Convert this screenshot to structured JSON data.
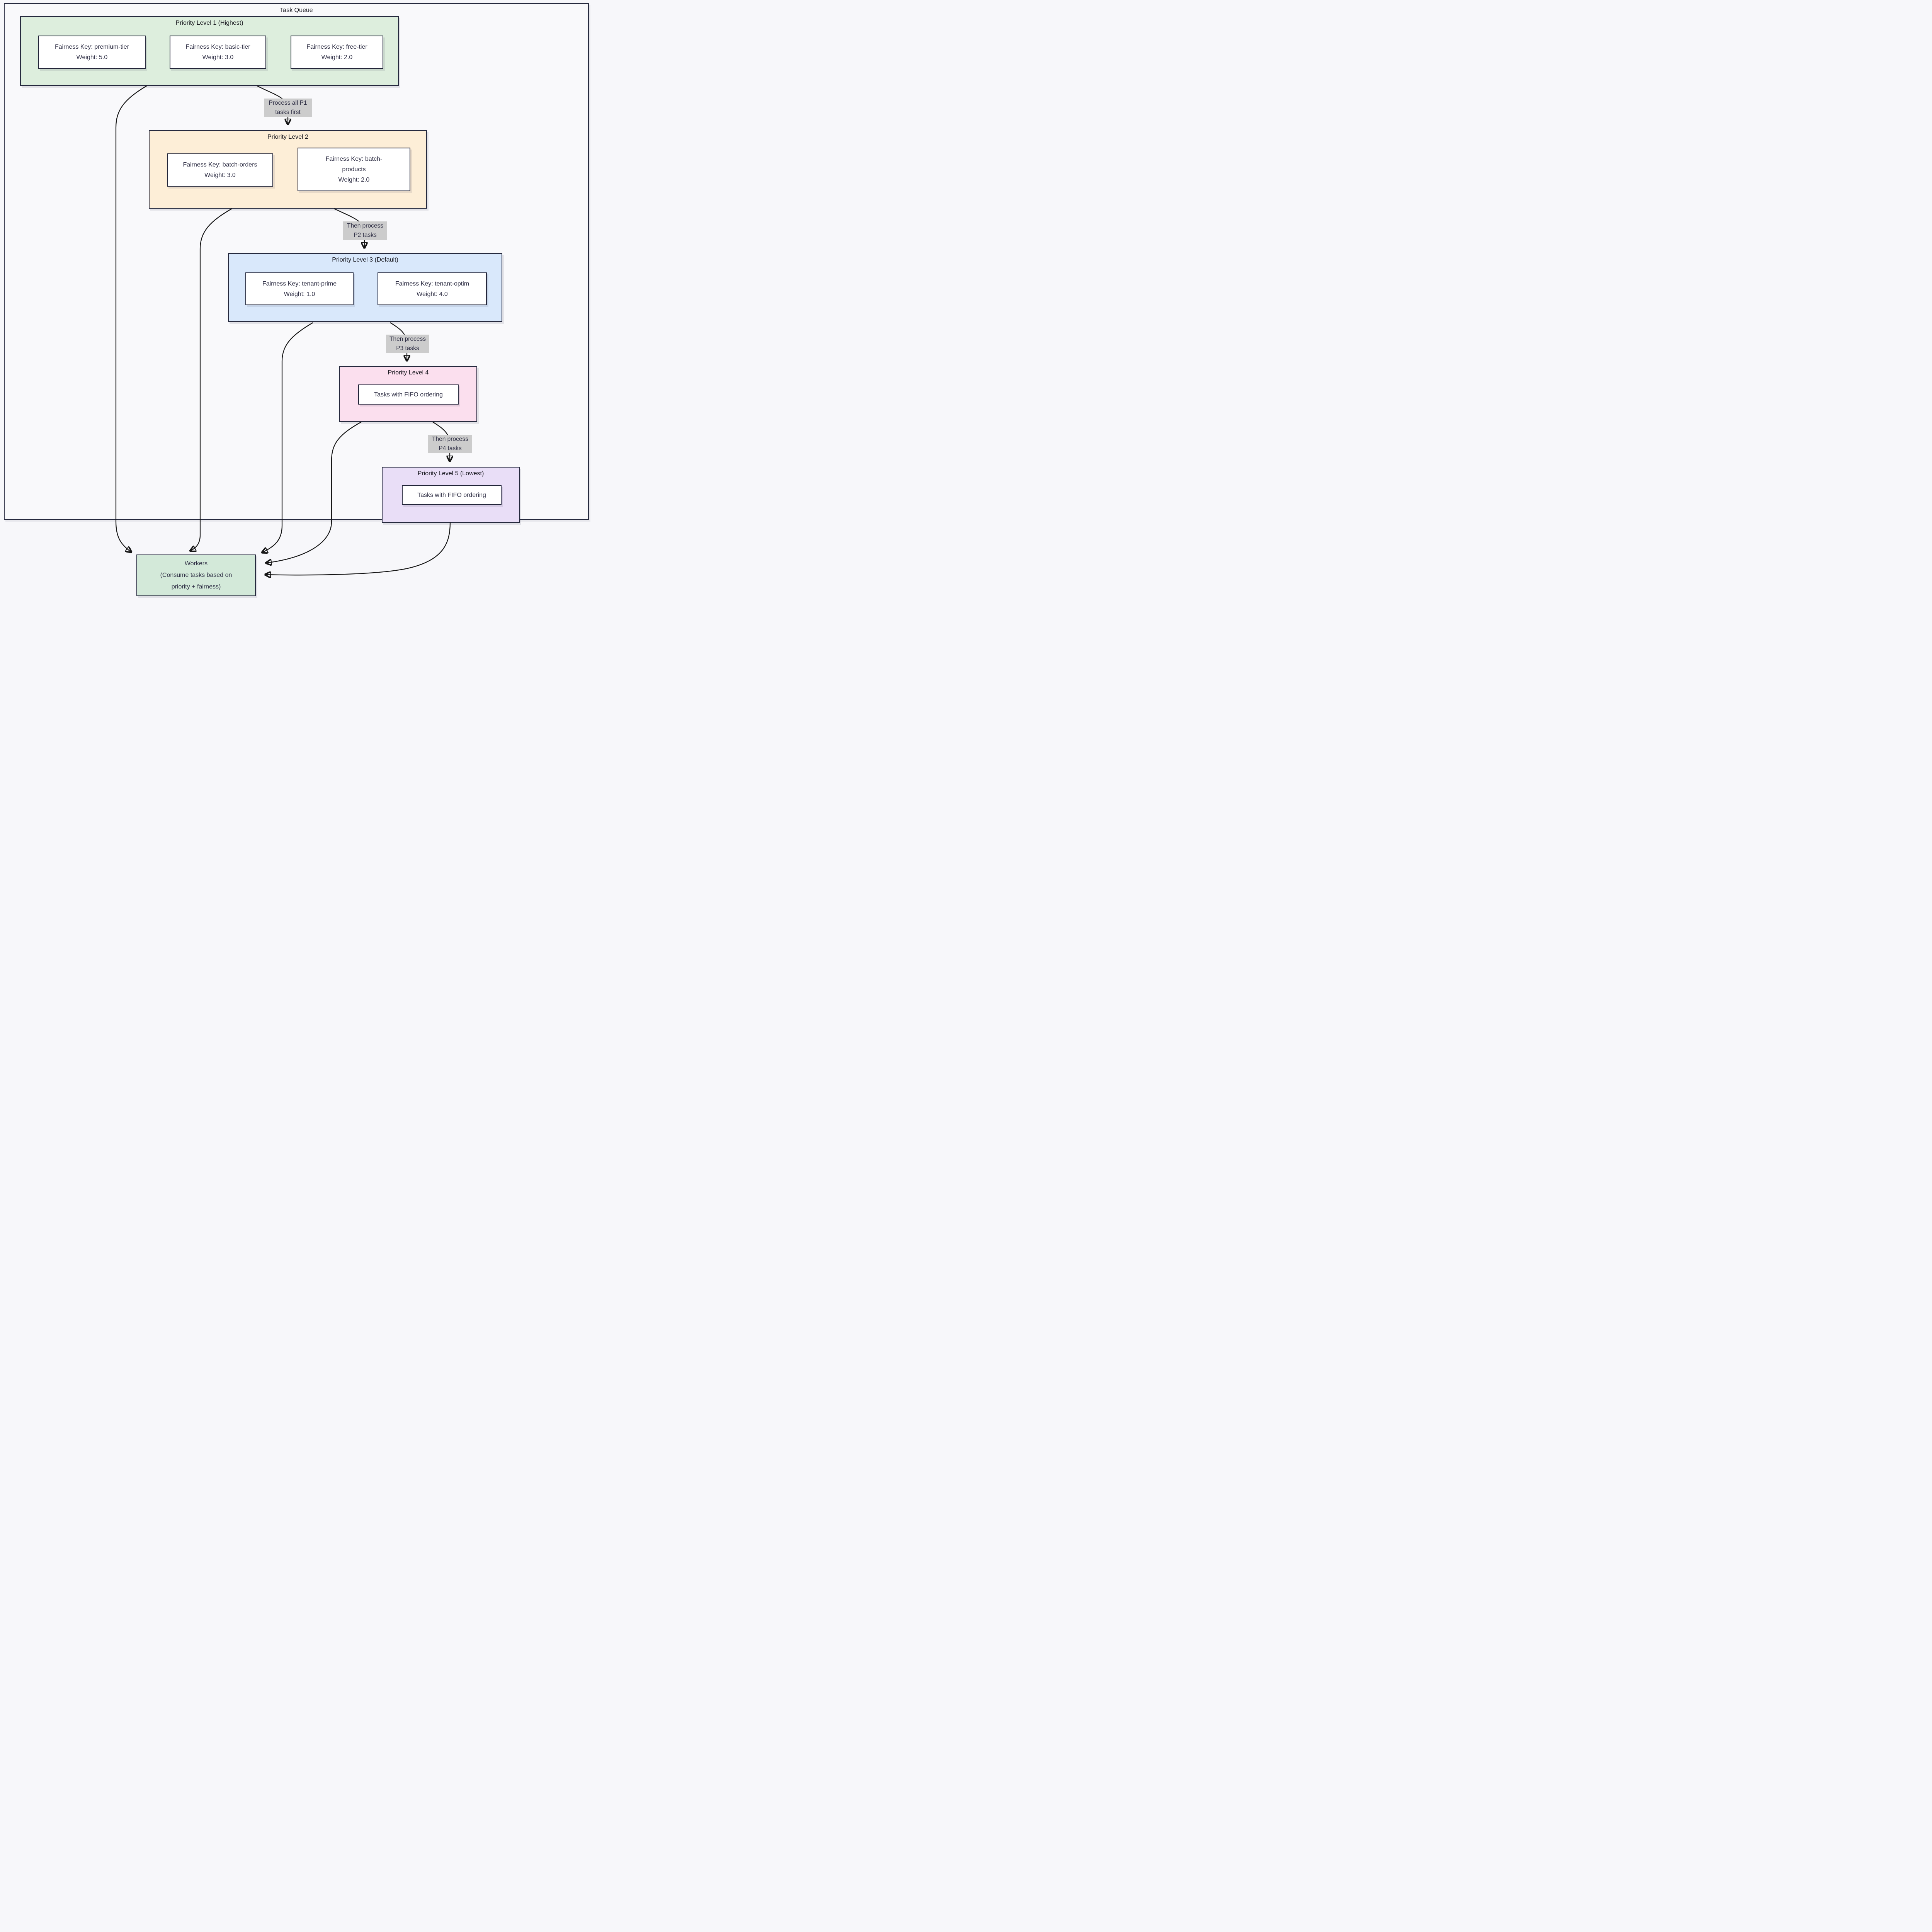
{
  "title": "Task Queue",
  "colors": {
    "canvas_bg": "#f7f7fa",
    "container_fill": "#f9f9fb",
    "border_dark": "#262a3e",
    "node_fill": "#ffffff",
    "p1_fill": "#ddeedd",
    "p2_fill": "#fdeed7",
    "p3_fill": "#d9e8fb",
    "p4_fill": "#fbdfee",
    "p5_fill": "#e9def7",
    "workers_fill": "#d3e9d9",
    "edge_label_bg": "#cccccc",
    "edge_color": "#161616",
    "text_dark": "#15151c",
    "node_text": "#2e2e44"
  },
  "clusters": [
    {
      "label": "Priority Level 1 (Highest)",
      "nodes": [
        {
          "lines": [
            "Fairness Key: premium-tier",
            "Weight: 5.0"
          ]
        },
        {
          "lines": [
            "Fairness Key: basic-tier",
            "Weight: 3.0"
          ]
        },
        {
          "lines": [
            "Fairness Key: free-tier",
            "Weight: 2.0"
          ]
        }
      ]
    },
    {
      "label": "Priority Level 2",
      "nodes": [
        {
          "lines": [
            "Fairness Key: batch-orders",
            "Weight: 3.0"
          ]
        },
        {
          "lines": [
            "Fairness Key: batch-",
            "products",
            "Weight: 2.0"
          ]
        }
      ]
    },
    {
      "label": "Priority Level 3 (Default)",
      "nodes": [
        {
          "lines": [
            "Fairness Key: tenant-prime",
            "Weight: 1.0"
          ]
        },
        {
          "lines": [
            "Fairness Key: tenant-optim",
            "Weight: 4.0"
          ]
        }
      ]
    },
    {
      "label": "Priority Level 4",
      "nodes": [
        {
          "lines": [
            "Tasks with FIFO ordering"
          ]
        }
      ]
    },
    {
      "label": "Priority Level 5 (Lowest)",
      "nodes": [
        {
          "lines": [
            "Tasks with FIFO ordering"
          ]
        }
      ]
    }
  ],
  "workers": {
    "lines": [
      "Workers",
      "(Consume tasks based on",
      "priority + fairness)"
    ]
  },
  "edge_labels": [
    {
      "lines": [
        "Process all P1",
        "tasks first"
      ]
    },
    {
      "lines": [
        "Then process",
        "P2 tasks"
      ]
    },
    {
      "lines": [
        "Then process",
        "P3 tasks"
      ]
    },
    {
      "lines": [
        "Then process",
        "P4 tasks"
      ]
    }
  ]
}
